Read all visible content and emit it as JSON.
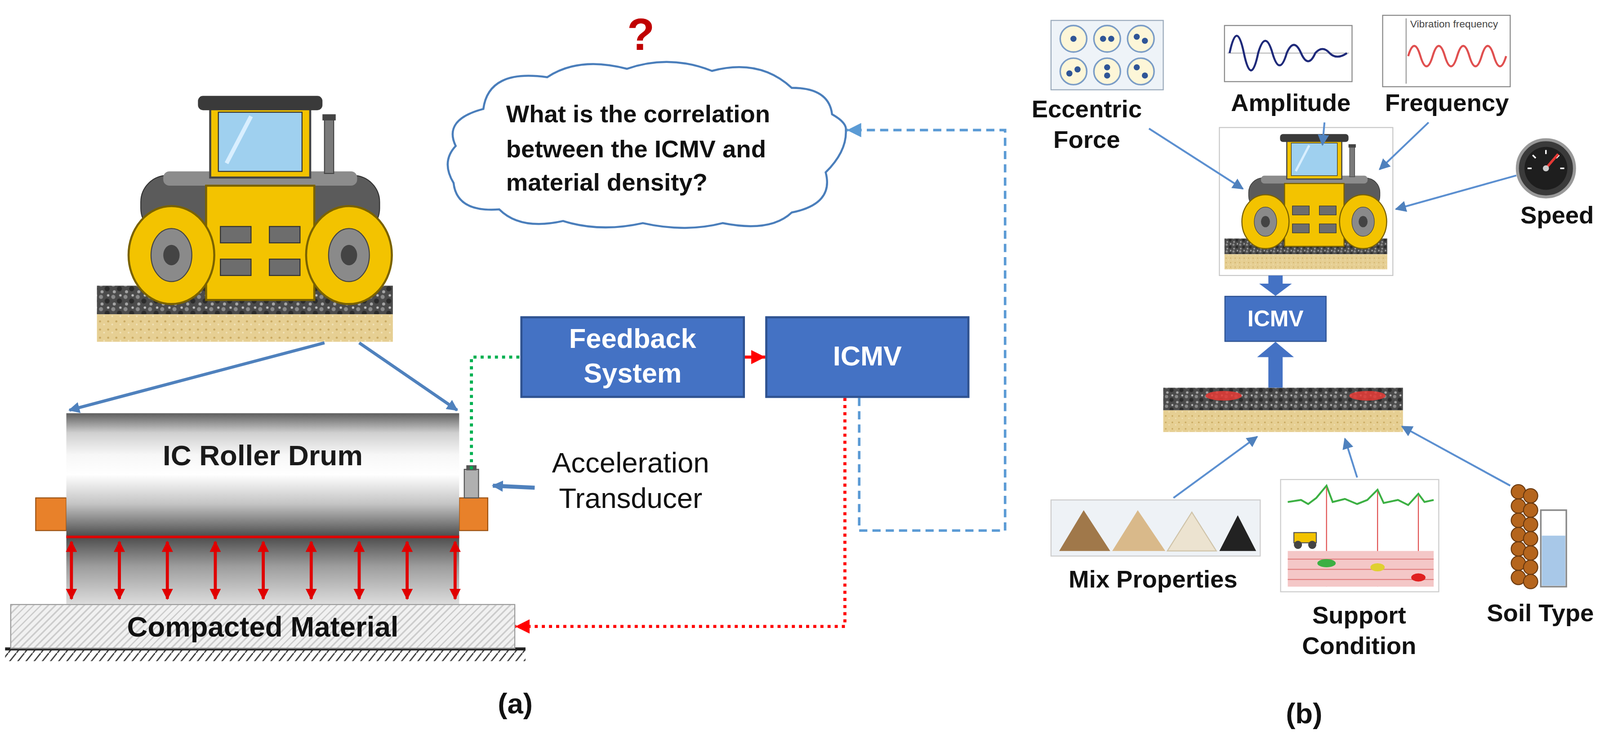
{
  "diagram": {
    "nodes": [
      {
        "text": [
          "What is the correlation between the ICMV and material density?"
        ]
      },
      {
        "text": [
          "Feedback System"
        ]
      },
      {
        "text": [
          "ICMV"
        ]
      },
      {
        "text": [
          "IC Roller Drum"
        ]
      },
      {
        "text": [
          "Compacted Material"
        ]
      },
      {
        "text": [
          "ICMV"
        ]
      }
    ],
    "edges": [
      {
        "from": 1,
        "to": 2,
        "arrow": "to"
      },
      {
        "from": 2,
        "to": 4,
        "arrow": "to"
      },
      {
        "from": 2,
        "to": 0,
        "arrow": "to"
      },
      {
        "from": 3,
        "to": 1,
        "arrow": "none"
      }
    ],
    "labels": [
      "?",
      "Acceleration Transducer",
      "(a)",
      "Eccentric Force",
      "Amplitude",
      "Vibration frequency",
      "Frequency",
      "Speed",
      "Mix Properties",
      "Support Condition",
      "Soil Type",
      "(b)"
    ]
  }
}
